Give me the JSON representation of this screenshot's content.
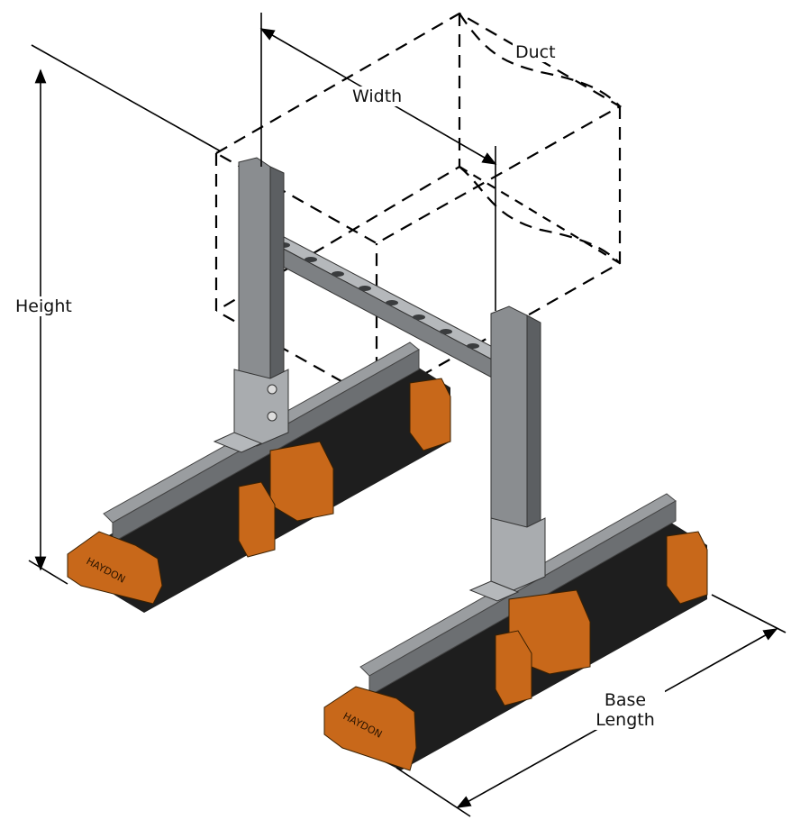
{
  "labels": {
    "duct": "Duct",
    "width": "Width",
    "height": "Height",
    "base_length_line1": "Base",
    "base_length_line2": "Length"
  },
  "logo_text": "HAYDON",
  "colors": {
    "orange": "#c8681a",
    "black_block": "#1e1e1e",
    "steel": "#8a8d90",
    "steel_dark": "#5c5f62",
    "line": "#000000"
  }
}
